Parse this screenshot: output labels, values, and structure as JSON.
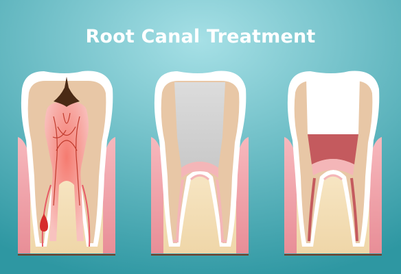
{
  "title": "Root Canal Treatment",
  "stages": [
    {
      "id": "infected-tooth",
      "description": "decayed tooth with infected pulp and abscess"
    },
    {
      "id": "cleaned-tooth",
      "description": "pulp removed, canal cleaned"
    },
    {
      "id": "filled-tooth",
      "description": "canals filled and sealed"
    }
  ],
  "colors": {
    "background_top": "#8fd3dc",
    "background_bottom": "#2f9aa5",
    "enamel": "#ffffff",
    "dentin": "#e8c7a6",
    "pulp_pink": "#f4b6b8",
    "pulp_infected": "#f06b6b",
    "decay": "#4a2a15",
    "gum": "#f1a3aa",
    "bone": "#f2dcb5",
    "cleaned_chamber": "#d4d4d4",
    "filling": "#c45a5e"
  }
}
